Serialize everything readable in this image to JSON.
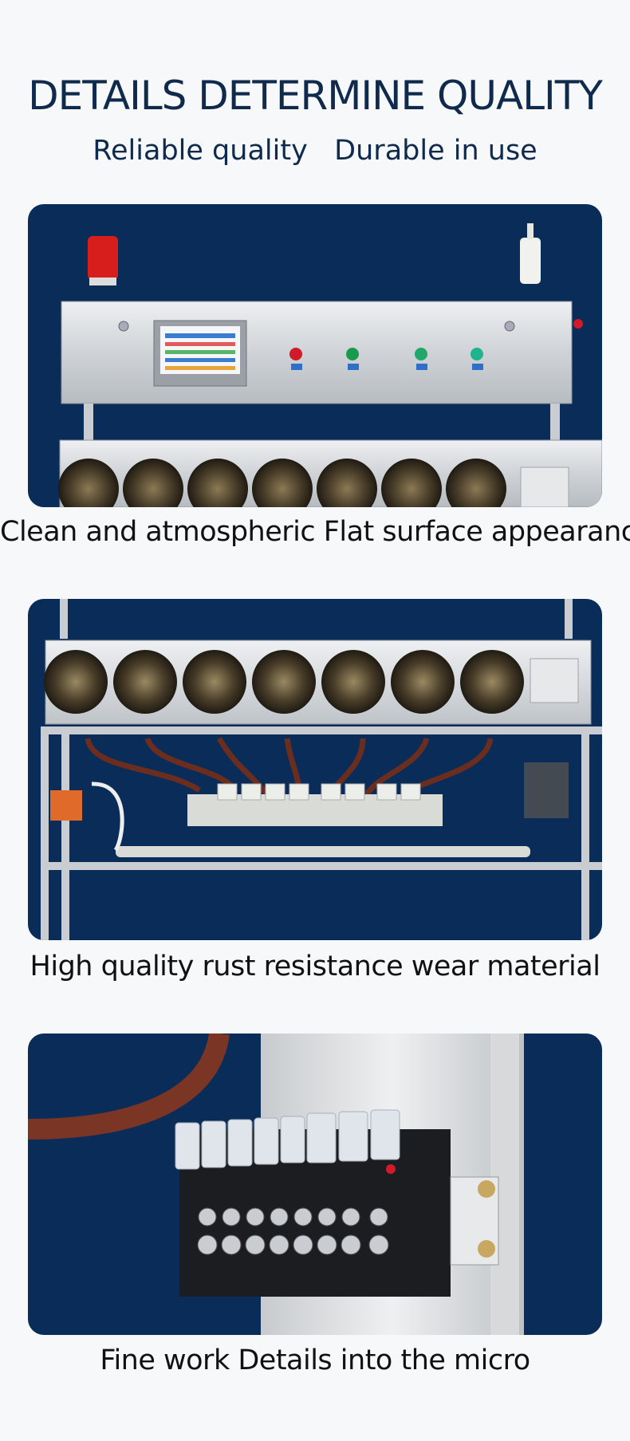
{
  "header": {
    "title": "DETAILS DETERMINE QUALITY",
    "subtitle": "Reliable quality   Durable in use"
  },
  "sections": [
    {
      "caption": "Clean and atmospheric Flat surface appearance",
      "image": "control-box-front-photo"
    },
    {
      "caption": "High quality rust resistance wear material",
      "image": "pump-rack-photo"
    },
    {
      "caption": "Fine work Details into the micro",
      "image": "solenoid-valve-manifold-photo"
    }
  ],
  "colors": {
    "title": "#0f2a4d",
    "panel_background": "#0a2c58",
    "page_background": "#f7f8f9"
  }
}
